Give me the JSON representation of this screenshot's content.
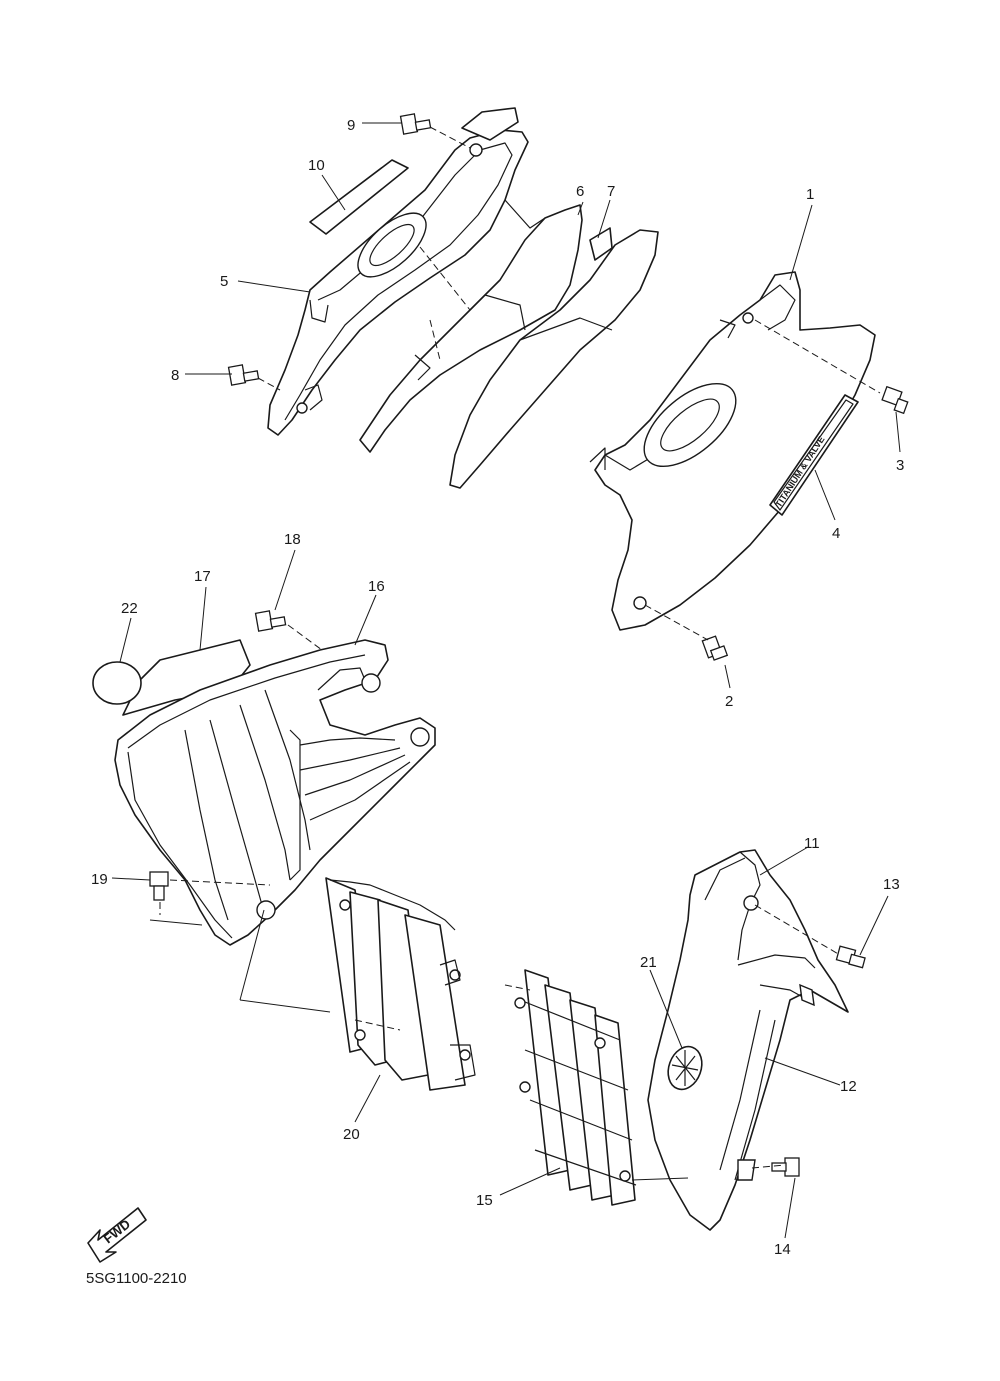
{
  "diagram_code": "5SG1100-2210",
  "fwd_label": "FWD",
  "callouts": [
    "1",
    "2",
    "3",
    "4",
    "5",
    "6",
    "7",
    "8",
    "9",
    "10",
    "11",
    "12",
    "13",
    "14",
    "15",
    "16",
    "17",
    "18",
    "19",
    "20",
    "21",
    "22"
  ],
  "badge_text": "TITANIUM & VALVE"
}
